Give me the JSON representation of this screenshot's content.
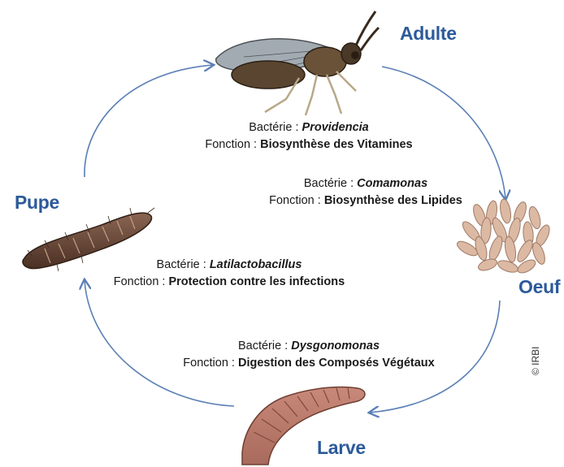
{
  "stages": {
    "adulte": "Adulte",
    "oeuf": "Oeuf",
    "larve": "Larve",
    "pupe": "Pupe"
  },
  "associations": [
    {
      "bacterie_label": "Bactérie : ",
      "bacterie": "Providencia",
      "fonction_label": "Fonction : ",
      "fonction": "Biosynthèse des Vitamines"
    },
    {
      "bacterie_label": "Bactérie : ",
      "bacterie": "Comamonas",
      "fonction_label": "Fonction : ",
      "fonction": "Biosynthèse des Lipides"
    },
    {
      "bacterie_label": "Bactérie : ",
      "bacterie": "Latilactobacillus",
      "fonction_label": "Fonction : ",
      "fonction": "Protection contre les infections"
    },
    {
      "bacterie_label": "Bactérie : ",
      "bacterie": "Dysgonomonas",
      "fonction_label": "Fonction : ",
      "fonction": "Digestion des Composés Végétaux"
    }
  ],
  "copyright": "© IRBI",
  "colors": {
    "stage_label": "#2c5a9a",
    "cycle_arrow": "#5a7fb5",
    "egg": "#dcb9a3",
    "larva": "#b97a6a",
    "pupa": "#6a4a3a",
    "fly_body": "#5a4530"
  }
}
